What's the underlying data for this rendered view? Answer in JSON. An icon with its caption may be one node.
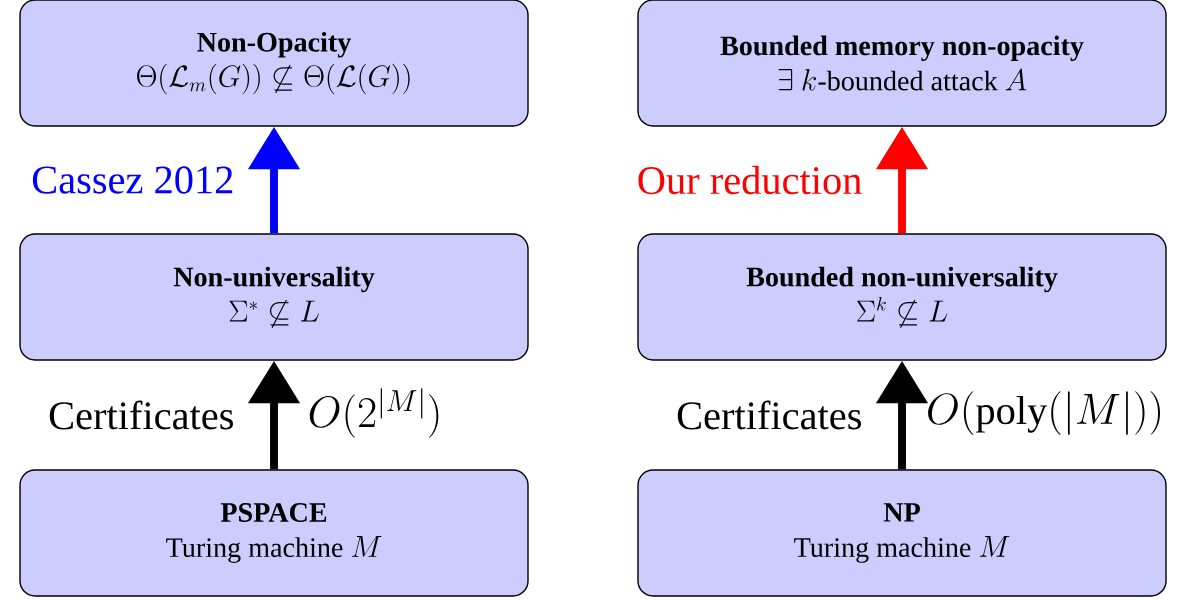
{
  "diagram": {
    "nodes": [
      {
        "text": [
          "Non-Opacity",
          "\\Theta(\\mathcal{L}_m(G)) \\not\\subseteq \\Theta(\\mathcal{L}(G))"
        ]
      },
      {
        "text": [
          "Bounded memory non-opacity",
          "\\exists\\ k\\text{-bounded attack }A"
        ]
      },
      {
        "text": [
          "Non-universality",
          "\\Sigma^* \\not\\subseteq L"
        ]
      },
      {
        "text": [
          "Bounded non-universality",
          "\\Sigma^k \\not\\subseteq L"
        ]
      },
      {
        "text": [
          "PSPACE",
          "\\text{Turing machine }M"
        ]
      },
      {
        "text": [
          "NP",
          "\\text{Turing machine }M"
        ]
      }
    ],
    "edges": [
      {
        "from": 4,
        "to": 2,
        "arrow": "to",
        "label": "Certificates"
      },
      {
        "from": 2,
        "to": 0,
        "arrow": "to",
        "label": "Cassez 2012",
        "color": "#0000ff"
      },
      {
        "from": 5,
        "to": 3,
        "arrow": "to",
        "label": "Certificates"
      },
      {
        "from": 3,
        "to": 1,
        "arrow": "to",
        "label": "Our reduction",
        "color": "#ff0000"
      }
    ],
    "labels": [
      "O(2^{|M|})",
      "O(\\mathrm{poly}(|M|))"
    ]
  }
}
